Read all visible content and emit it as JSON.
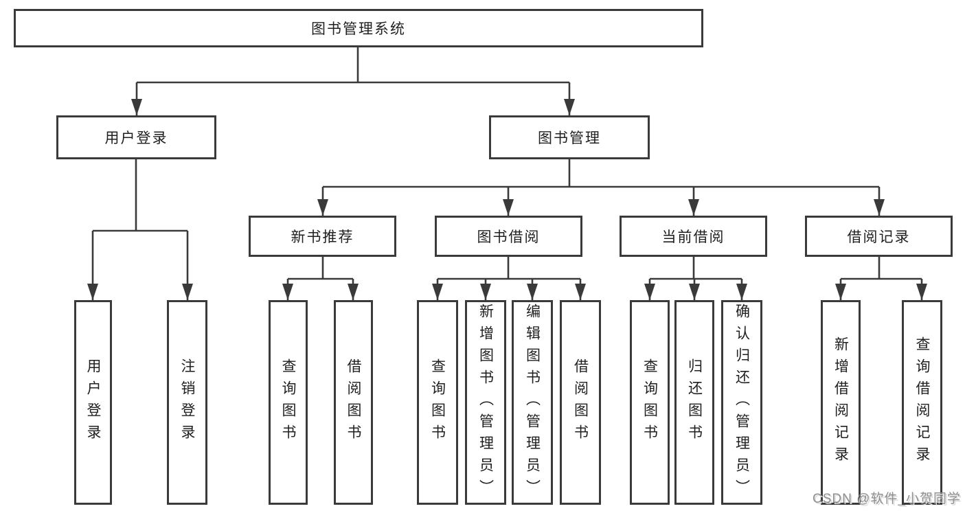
{
  "diagram": {
    "title": "图书管理系统",
    "root": {
      "label": "图书管理系统"
    },
    "branches": [
      {
        "label": "用户登录",
        "children": [
          "用户登录",
          "注销登录"
        ]
      },
      {
        "label": "图书管理",
        "groups": [
          {
            "label": "新书推荐",
            "children": [
              "查询图书",
              "借阅图书"
            ]
          },
          {
            "label": "图书借阅",
            "children": [
              "查询图书",
              "新增图书（管理员）",
              "编辑图书（管理员）",
              "借阅图书"
            ]
          },
          {
            "label": "当前借阅",
            "children": [
              "查询图书",
              "归还图书",
              "确认归还（管理员）"
            ]
          },
          {
            "label": "借阅记录",
            "children": [
              "新增借阅记录",
              "查询借阅记录"
            ]
          }
        ]
      }
    ]
  },
  "watermark": {
    "text": "CSDN @软件_小贺同学"
  },
  "colors": {
    "line": "#3a3a3a",
    "box_border": "#3a3a3a",
    "box_fill": "#ffffff",
    "text": "#1f1f1f",
    "watermark": "#8f8f8f"
  }
}
